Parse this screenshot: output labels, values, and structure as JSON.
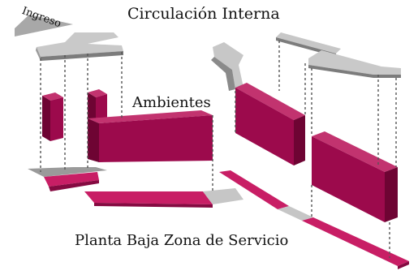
{
  "labels": {
    "ingreso": "Ingreso",
    "circulacion": "Circulación Interna",
    "ambientes": "Ambientes",
    "planta": "Planta Baja Zona de Servicio"
  },
  "colors": {
    "block_front": "#9c0a4c",
    "block_top": "#c2336f",
    "block_side": "#6e0433",
    "slab_top": "#c81e65",
    "slab_edge": "#850a41",
    "circ_top": "#bdbdbd",
    "circ_edge": "#7c7c7c",
    "dashed_line": "#555555"
  }
}
